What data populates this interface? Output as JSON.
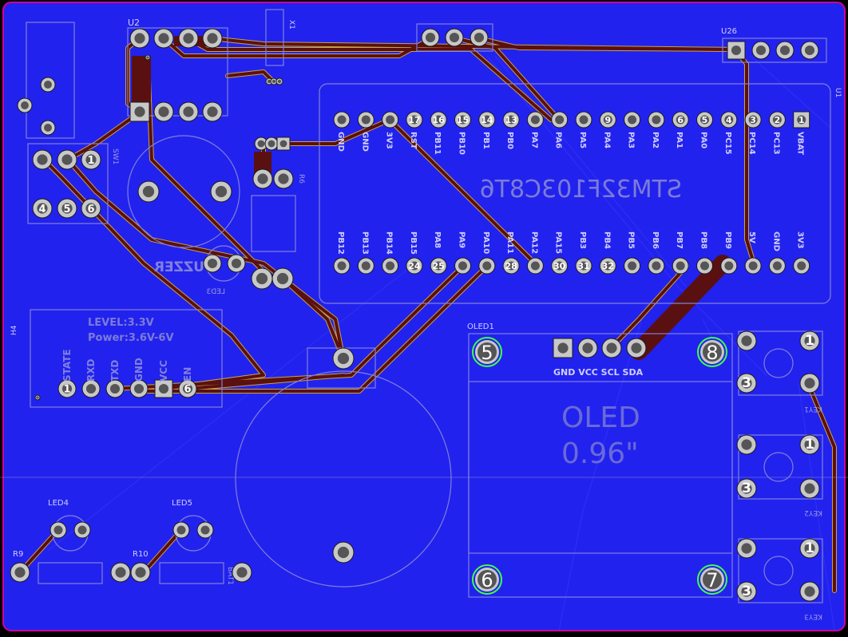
{
  "colors": {
    "board": "#2222ee",
    "copper_back": "#5a1010",
    "silk": "#8888dd",
    "pad": "#c8c8c8",
    "pad_hole": "#555555",
    "pad_label": "#ffffff",
    "edge": "#d2009c",
    "trace": "#c8a24a",
    "mounting_ring": "#43ff43"
  },
  "labels": {
    "u2": "U2",
    "x1": "X1",
    "u26": "U26",
    "u1": "U1",
    "sw1": "SW1",
    "r6": "R6",
    "buzzer": "BUZZER",
    "led3": "LED3",
    "h4": "H4",
    "oled1": "OLED1",
    "led4": "LED4",
    "led5": "LED5",
    "r9": "R9",
    "r10": "R10",
    "bat1": "BAT1",
    "key1": "KEY1",
    "key2": "KEY2",
    "key3": "KEY3",
    "stm_chip": "STM32F103C8T6",
    "oled_size_1": "OLED",
    "oled_size_2": "0.96\"",
    "level": "LEVEL:3.3V",
    "power": "Power:3.6V-6V"
  },
  "stm32": {
    "top_numbers": [
      "",
      "",
      "",
      "17",
      "16",
      "15",
      "14",
      "13",
      "",
      "",
      "",
      "9",
      "",
      "",
      "6",
      "5",
      "4",
      "3",
      "2",
      "1"
    ],
    "top_signals": [
      "GND",
      "GND",
      "3V3",
      "RST",
      "PB11",
      "PB10",
      "PB1",
      "PB0",
      "PA7",
      "PA6",
      "PA5",
      "PA4",
      "PA3",
      "PA2",
      "PA1",
      "PA0",
      "PC15",
      "PC14",
      "PC13",
      "VBAT"
    ],
    "bottom_numbers": [
      "",
      "",
      "",
      "24",
      "25",
      "",
      "",
      "28",
      "",
      "30",
      "31",
      "32",
      "",
      "",
      "",
      "",
      "",
      "",
      "",
      ""
    ],
    "bottom_signals": [
      "PB12",
      "PB13",
      "PB14",
      "PB15",
      "PA8",
      "PA9",
      "PA10",
      "PA11",
      "PA12",
      "PA15",
      "PB3",
      "PB4",
      "PB5",
      "PB6",
      "PB7",
      "PB8",
      "PB9",
      "5V",
      "GND",
      "3V3"
    ]
  },
  "bluetooth": {
    "pin_labels": [
      "STATE",
      "RXD",
      "TXD",
      "GND",
      "VCC",
      "EN"
    ],
    "pin_numbers": [
      "1",
      "",
      "",
      "",
      "",
      "6"
    ]
  },
  "oled": {
    "pin_labels": "GND VCC SCL SDA",
    "mount_numbers": [
      "5",
      "8",
      "6",
      "7"
    ]
  },
  "sw1": {
    "top_numbers": [
      "",
      "",
      "1"
    ],
    "bottom_numbers": [
      "4",
      "5",
      "6"
    ]
  },
  "keys": {
    "key1": [
      "1",
      "3"
    ],
    "key2": [
      "1",
      "3"
    ],
    "key3": [
      "1",
      "3"
    ]
  }
}
